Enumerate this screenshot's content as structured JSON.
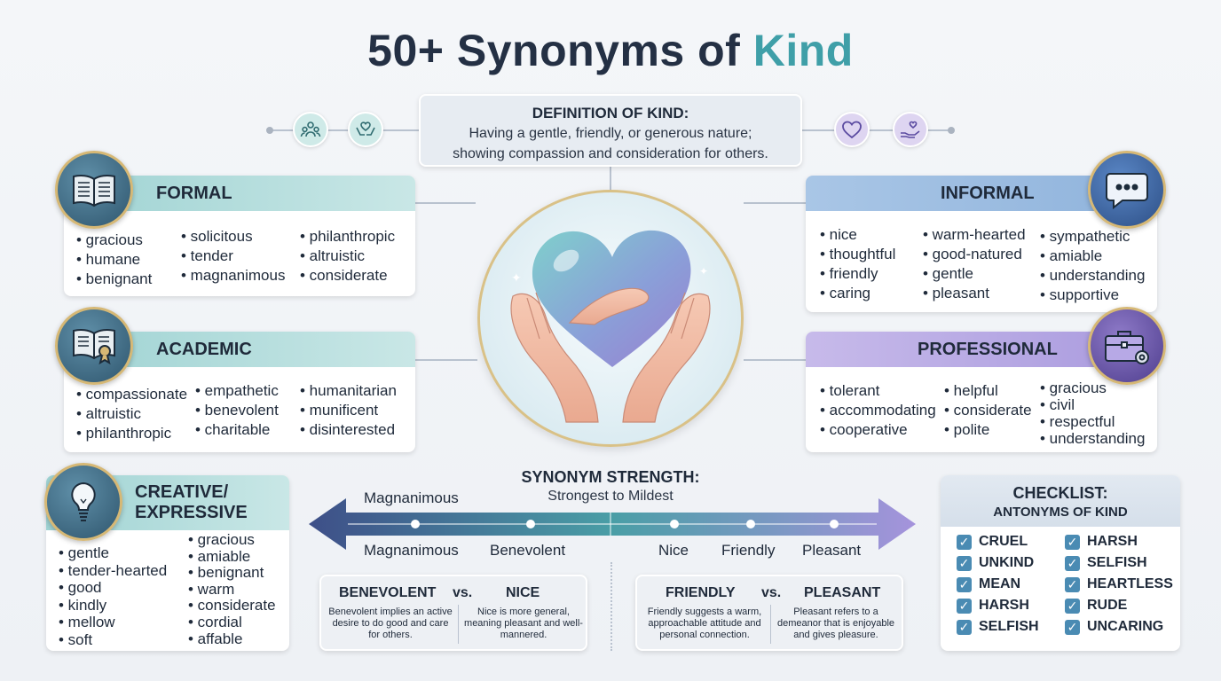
{
  "title": {
    "main": "50+ Synonyms of ",
    "accent": "Kind"
  },
  "definition": {
    "heading": "DEFINITION OF KIND:",
    "line1": "Having a gentle, friendly, or generous nature;",
    "line2": "showing compassion and consideration for others."
  },
  "categories": {
    "formal": {
      "label": "FORMAL",
      "icon": "open-book-icon",
      "col1": [
        "• gracious",
        "• humane",
        "• benignant"
      ],
      "col2": [
        "• solicitous",
        "• tender",
        "• magnanimous"
      ],
      "col3": [
        "• philanthropic",
        "• altruistic",
        "• considerate"
      ]
    },
    "academic": {
      "label": "ACADEMIC",
      "icon": "book-ribbon-icon",
      "col1": [
        "• compassionate",
        "• altruistic",
        "• philanthropic"
      ],
      "col2": [
        "• empathetic",
        "• benevolent",
        "• charitable"
      ],
      "col3": [
        "• humanitarian",
        "• munificent",
        "• disinterested"
      ]
    },
    "creative": {
      "label1": "CREATIVE/",
      "label2": "EXPRESSIVE",
      "icon": "lightbulb-icon",
      "col1": [
        "• gentle",
        "• tender-hearted",
        "• good",
        "• kindly",
        "• mellow",
        "• soft"
      ],
      "col2": [
        "• gracious",
        "• amiable",
        "• benignant",
        "• warm",
        "• considerate",
        "• cordial",
        "• affable"
      ]
    },
    "informal": {
      "label": "INFORMAL",
      "icon": "speech-bubble-icon",
      "col1": [
        "• nice",
        "• thoughtful",
        "• friendly",
        "• caring"
      ],
      "col2": [
        "• warm-hearted",
        "• good-natured",
        "• gentle",
        "• pleasant"
      ],
      "col3": [
        "• sympathetic",
        "• amiable",
        "• understanding",
        "• supportive"
      ]
    },
    "professional": {
      "label": "PROFESSIONAL",
      "icon": "briefcase-gear-icon",
      "col1": [
        "• tolerant",
        "• accommodating",
        "• cooperative"
      ],
      "col2": [
        "• helpful",
        "• considerate",
        "• polite"
      ],
      "col3": [
        "• gracious",
        "• civil",
        "• respectful",
        "• understanding"
      ]
    }
  },
  "strength": {
    "heading": "SYNONYM STRENGTH:",
    "subheading": "Strongest to Mildest",
    "top_label": "Magnanimous",
    "points": [
      "Magnanimous",
      "Benevolent",
      "Nice",
      "Friendly",
      "Pleasant"
    ]
  },
  "comparisons": [
    {
      "word1": "BENEVOLENT",
      "vs": "vs.",
      "word2": "NICE",
      "desc1": "Benevolent implies an active desire to do good and care for others.",
      "desc2": "Nice is more general, meaning pleasant and well-mannered."
    },
    {
      "word1": "FRIENDLY",
      "vs": "vs.",
      "word2": "PLEASANT",
      "desc1": "Friendly suggests a warm, approachable attitude and personal connection.",
      "desc2": "Pleasant refers to a demeanor that is enjoyable and gives pleasure."
    }
  ],
  "checklist": {
    "heading": "CHECKLIST:",
    "subheading": "ANTONYMS OF KIND",
    "col1": [
      "CRUEL",
      "UNKIND",
      "MEAN",
      "HARSH",
      "SELFISH"
    ],
    "col2": [
      "HARSH",
      "SELFISH",
      "HEARTLESS",
      "RUDE",
      "UNCARING"
    ]
  },
  "icons": {
    "top_left": [
      "people-group-icon",
      "hands-heart-icon"
    ],
    "top_right": [
      "heart-icon",
      "hand-heart-icon"
    ],
    "center": "hands-holding-heart-icon",
    "check": "checkbox-checked-icon"
  },
  "colors": {
    "accent": "#3f9fa8",
    "teal": "#9fd3d3",
    "blue": "#8fb3dc",
    "purple": "#a99ade",
    "navy": "#3e4f88"
  }
}
